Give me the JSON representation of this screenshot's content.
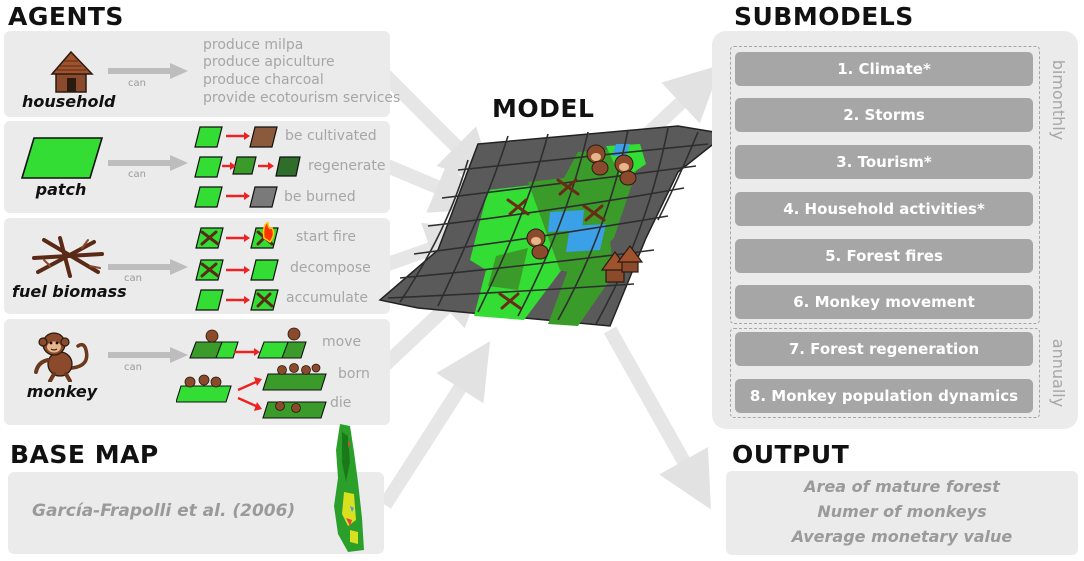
{
  "titles": {
    "agents": "AGENTS",
    "submodels": "SUBMODELS",
    "model": "MODEL",
    "base_map": "BASE MAP",
    "output": "OUTPUT"
  },
  "agents": {
    "can_label": "can",
    "household": {
      "name": "household",
      "actions": [
        "produce milpa",
        "produce apiculture",
        "produce charcoal",
        "provide ecotourism services"
      ]
    },
    "patch": {
      "name": "patch",
      "actions": [
        "be cultivated",
        "regenerate",
        "be burned"
      ]
    },
    "fuel_biomass": {
      "name": "fuel biomass",
      "actions": [
        "start fire",
        "decompose",
        "accumulate"
      ]
    },
    "monkey": {
      "name": "monkey",
      "actions": [
        "move",
        "born",
        "die"
      ]
    }
  },
  "submodels": {
    "items": [
      "1. Climate*",
      "2. Storms",
      "3. Tourism*",
      "4. Household activities*",
      "5. Forest fires",
      "6. Monkey movement",
      "7. Forest regeneration",
      "8. Monkey population dynamics"
    ],
    "bimonthly_label": "bimonthly",
    "annually_label": "annually"
  },
  "base_map": {
    "citation": "García-Frapolli et al. (2006)"
  },
  "output": {
    "items": [
      "Area of mature forest",
      "Numer of monkeys",
      "Average monetary value"
    ]
  },
  "colors": {
    "panel": "#ebebeb",
    "submodel_box": "#a6a6a6",
    "arrow": "#e2e2e2",
    "patch_green": "#33dd33",
    "mature_green": "#3a9a2a",
    "grid_gray": "#5a5a5a",
    "water_blue": "#3aa0e8",
    "red_arrow": "#ee2222"
  },
  "icons": [
    "hut-icon",
    "patch-icon",
    "fuel-biomass-icon",
    "monkey-icon",
    "base-map-icon",
    "model-landscape-icon"
  ]
}
